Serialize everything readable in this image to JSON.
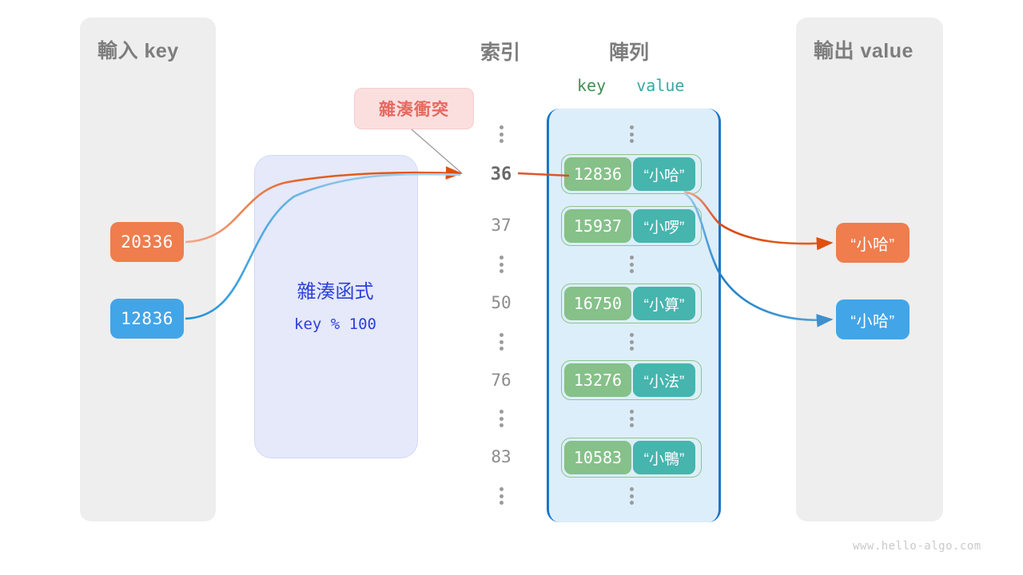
{
  "watermark": "www.hello-algo.com",
  "input_panel": {
    "title": "輸入 key"
  },
  "output_panel": {
    "title": "輸出 value"
  },
  "hash_function": {
    "title": "雜湊函式",
    "expression": "key % 100"
  },
  "collision_badge": {
    "label": "雜湊衝突"
  },
  "headers": {
    "index": "索引",
    "array": "陣列",
    "key": "key",
    "value": "value"
  },
  "input_keys": [
    {
      "label": "20336",
      "color": "#ef7d4e"
    },
    {
      "label": "12836",
      "color": "#42a5e8"
    }
  ],
  "output_values": [
    {
      "label": "“小哈”",
      "color": "#ef7d4e"
    },
    {
      "label": "“小哈”",
      "color": "#42a5e8"
    }
  ],
  "indices": [
    {
      "label": "36",
      "highlighted": true
    },
    {
      "label": "37",
      "highlighted": false
    },
    {
      "label": "50",
      "highlighted": false
    },
    {
      "label": "76",
      "highlighted": false
    },
    {
      "label": "83",
      "highlighted": false
    }
  ],
  "buckets": [
    {
      "index": "36",
      "key": "12836",
      "value": "“小哈”"
    },
    {
      "index": "37",
      "key": "15937",
      "value": "“小啰”"
    },
    {
      "index": "50",
      "key": "16750",
      "value": "“小算”"
    },
    {
      "index": "76",
      "key": "13276",
      "value": "“小法”"
    },
    {
      "index": "83",
      "key": "10583",
      "value": "“小鴨”"
    }
  ],
  "colors": {
    "orange": "#ef7d4e",
    "blue": "#42a5e8",
    "key_green": "#85c189",
    "value_teal": "#45b5ae",
    "array_fill": "#ddeefb",
    "array_border": "#1976c8",
    "hash_fill": "#e5e9fa",
    "hash_text": "#2d40d8",
    "panel_fill": "#eeeeee",
    "badge_fill": "#fbdfdf",
    "badge_text": "#e8685f"
  }
}
